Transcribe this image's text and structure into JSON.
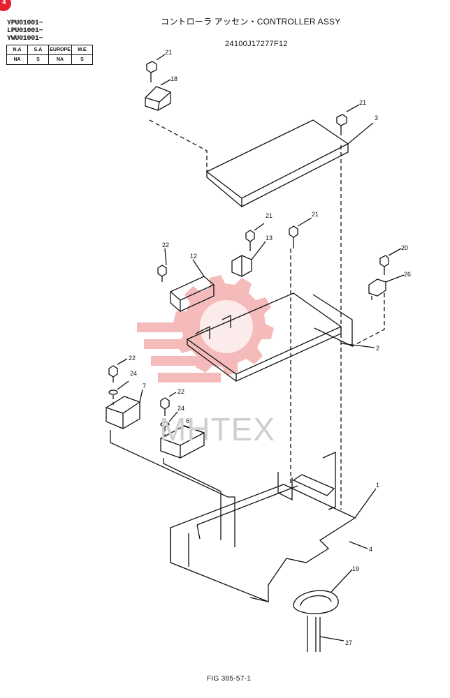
{
  "corner_badge": "4",
  "serials": [
    "YPU01001~",
    "LPU01001~",
    "YWU01001~"
  ],
  "market_table": {
    "headers": [
      "N.A",
      "S.A",
      "EUROPE",
      "M.E"
    ],
    "values": [
      "NA",
      "S",
      "NA",
      "S"
    ]
  },
  "title": "コントローラ アッセン・CONTROLLER ASSY",
  "part_number": "24100J17277F12",
  "figure_ref": "FIG 385-57-1",
  "watermark": "MHTEX",
  "callouts": [
    "21",
    "18",
    "21",
    "3",
    "21",
    "21",
    "13",
    "22",
    "12",
    "20",
    "26",
    "2",
    "22",
    "24",
    "7",
    "22",
    "24",
    "6",
    "1",
    "4",
    "19",
    "27"
  ],
  "colors": {
    "line": "#111111",
    "watermark_gear": "#f4b0b0",
    "badge": "#e5202e"
  }
}
